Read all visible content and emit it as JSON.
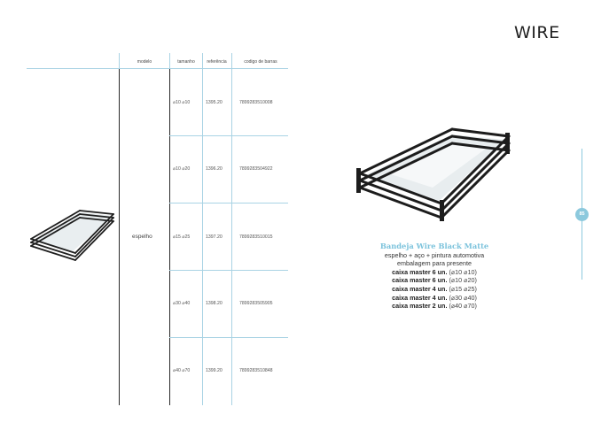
{
  "page": {
    "title": "WIRE",
    "page_number": "85"
  },
  "table": {
    "headers": {
      "modelo": "modelo",
      "tamanho": "tamanho",
      "referencia": "referência",
      "codigo": "codigo de barras"
    },
    "model_label": "espelho",
    "rows": [
      {
        "tamanho": "⌀10 ⌀10",
        "referencia": "1395.20",
        "codigo": "7899283510008"
      },
      {
        "tamanho": "⌀10 ⌀20",
        "referencia": "1396.20",
        "codigo": "7899283504922"
      },
      {
        "tamanho": "⌀15 ⌀25",
        "referencia": "1397.20",
        "codigo": "7899283510015"
      },
      {
        "tamanho": "⌀30 ⌀40",
        "referencia": "1398.20",
        "codigo": "7899283505905"
      },
      {
        "tamanho": "⌀40 ⌀70",
        "referencia": "1399.20",
        "codigo": "7899283510848"
      }
    ]
  },
  "product": {
    "name": "Bandeja Wire Black Matte",
    "desc1": "espelho + aço + pintura automotiva",
    "desc2": "embalagem para presente",
    "packaging": [
      {
        "label": "caixa master 6 un.",
        "dims": "(⌀10 ⌀10)"
      },
      {
        "label": "caixa master 6 un.",
        "dims": "(⌀10 ⌀20)"
      },
      {
        "label": "caixa master 4 un.",
        "dims": "(⌀15 ⌀25)"
      },
      {
        "label": "caixa master 4 un.",
        "dims": "(⌀30 ⌀40)"
      },
      {
        "label": "caixa master 2 un.",
        "dims": "(⌀40 ⌀70)"
      }
    ]
  },
  "colors": {
    "accent": "#8cc9dd",
    "rule": "#a9d3e4",
    "tray": "#1f1f1f"
  }
}
